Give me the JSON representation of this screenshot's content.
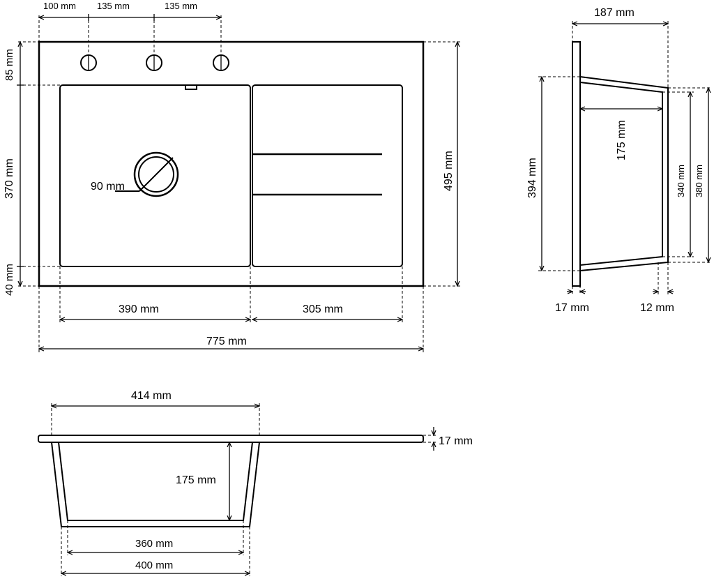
{
  "top_view": {
    "hole_spacing": [
      "100 mm",
      "135 mm",
      "135 mm"
    ],
    "height_parts": [
      "85 mm",
      "370 mm",
      "40 mm"
    ],
    "total_height": "495 mm",
    "bowl_width": "390 mm",
    "drainer_width": "305 mm",
    "total_width": "775 mm",
    "drain_diameter": "90 mm"
  },
  "side_view": {
    "depth_top": "187 mm",
    "bowl_depth": "175 mm",
    "outer_height": "394 mm",
    "inner_height_a": "340 mm",
    "inner_height_b": "380 mm",
    "rim_left": "17 mm",
    "rim_right": "12 mm"
  },
  "section_view": {
    "top_width": "414 mm",
    "rim_thickness": "17 mm",
    "bowl_depth": "175 mm",
    "bottom_inner": "360 mm",
    "bottom_outer": "400 mm"
  }
}
